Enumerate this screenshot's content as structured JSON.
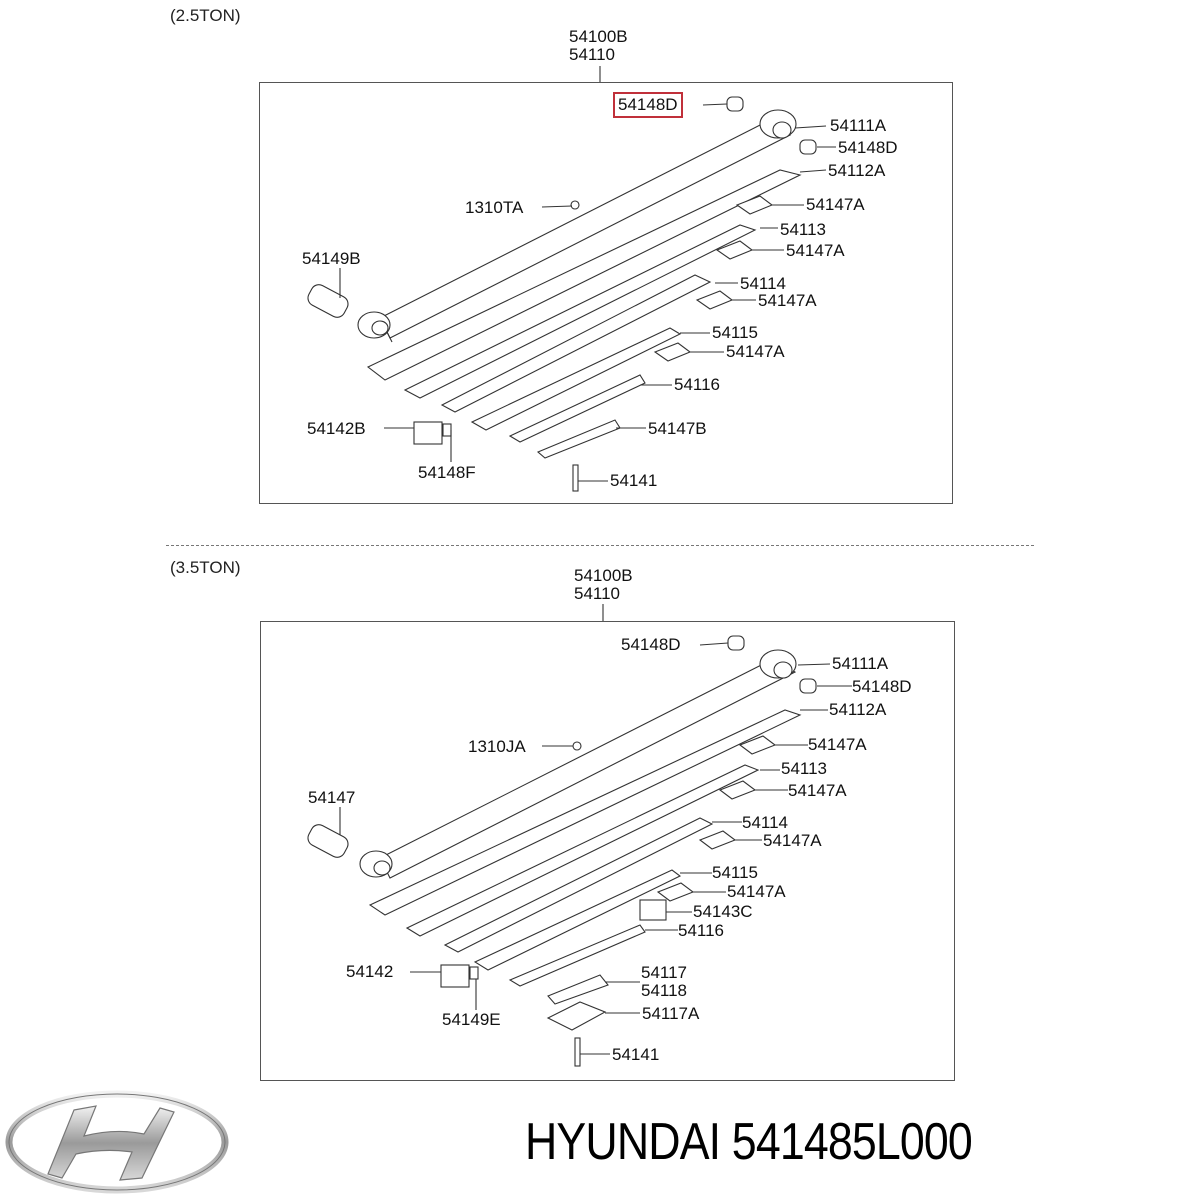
{
  "diagram": {
    "top": {
      "title": "(2.5TON)",
      "assembly_labels": [
        "54100B",
        "54110"
      ],
      "highlighted_part": "54148D",
      "callouts": [
        {
          "id": "54148D",
          "highlighted": true
        },
        {
          "id": "54111A"
        },
        {
          "id": "54148D"
        },
        {
          "id": "54112A"
        },
        {
          "id": "1310TA"
        },
        {
          "id": "54147A"
        },
        {
          "id": "54113"
        },
        {
          "id": "54149B"
        },
        {
          "id": "54147A"
        },
        {
          "id": "54114"
        },
        {
          "id": "54147A"
        },
        {
          "id": "54115"
        },
        {
          "id": "54147A"
        },
        {
          "id": "54116"
        },
        {
          "id": "54142B"
        },
        {
          "id": "54147B"
        },
        {
          "id": "54148F"
        },
        {
          "id": "54141"
        }
      ]
    },
    "bottom": {
      "title": "(3.5TON)",
      "assembly_labels": [
        "54100B",
        "54110"
      ],
      "callouts": [
        {
          "id": "54148D"
        },
        {
          "id": "54111A"
        },
        {
          "id": "54148D"
        },
        {
          "id": "54112A"
        },
        {
          "id": "1310JA"
        },
        {
          "id": "54147A"
        },
        {
          "id": "54113"
        },
        {
          "id": "54147"
        },
        {
          "id": "54147A"
        },
        {
          "id": "54114"
        },
        {
          "id": "54147A"
        },
        {
          "id": "54115"
        },
        {
          "id": "54147A"
        },
        {
          "id": "54143C"
        },
        {
          "id": "54116"
        },
        {
          "id": "54142"
        },
        {
          "id": "54117"
        },
        {
          "id": "54118"
        },
        {
          "id": "54149E"
        },
        {
          "id": "54117A"
        },
        {
          "id": "54141"
        }
      ]
    }
  },
  "footer": {
    "brand": "HYUNDAI",
    "part_number": "541485L000",
    "title": "HYUNDAI 541485L000",
    "logo": "hyundai-logo"
  },
  "colors": {
    "highlight": "#c0303a",
    "line": "#333333"
  }
}
